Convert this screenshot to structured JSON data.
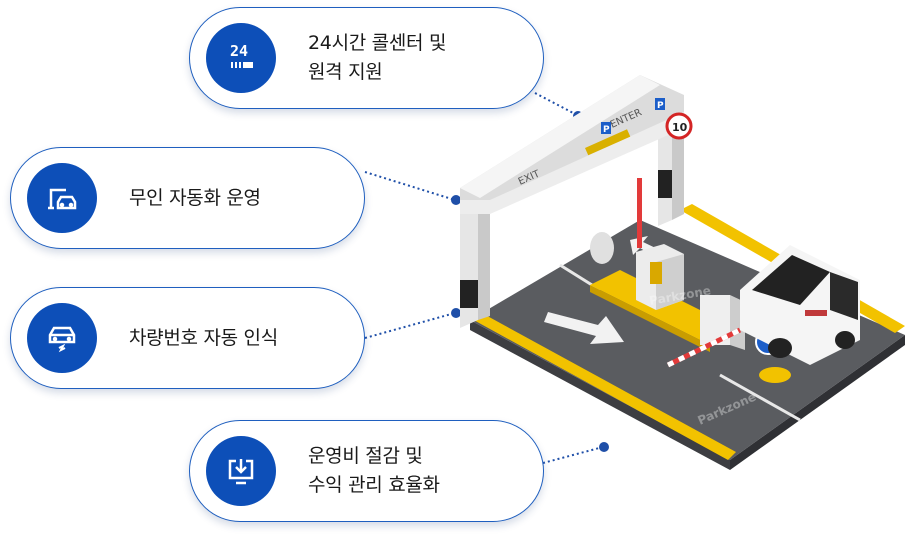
{
  "features": [
    {
      "id": "support",
      "lines": [
        "24시간 콜센터 및",
        "원격 지원"
      ],
      "icon": "24-hour-icon",
      "icon_text": "24"
    },
    {
      "id": "automation",
      "lines": [
        "무인 자동화 운영"
      ],
      "icon": "kiosk-car-icon"
    },
    {
      "id": "plate",
      "lines": [
        "차량번호 자동 인식"
      ],
      "icon": "car-recognition-icon"
    },
    {
      "id": "cost",
      "lines": [
        "운영비 절감 및",
        "수익 관리 효율화"
      ],
      "icon": "monitor-download-icon"
    }
  ],
  "scene": {
    "enter_sign": "ENTER",
    "exit_sign": "EXIT",
    "parking_sign": "P",
    "speed_sign": "10",
    "watermark_1": "Parkzone",
    "watermark_2": "Parkzone"
  },
  "colors": {
    "accent": "#0d4fb8",
    "border": "#1f5fbf",
    "dot": "#1f4fa8",
    "curb_yellow": "#f2c200",
    "asphalt": "#5a5c60"
  }
}
